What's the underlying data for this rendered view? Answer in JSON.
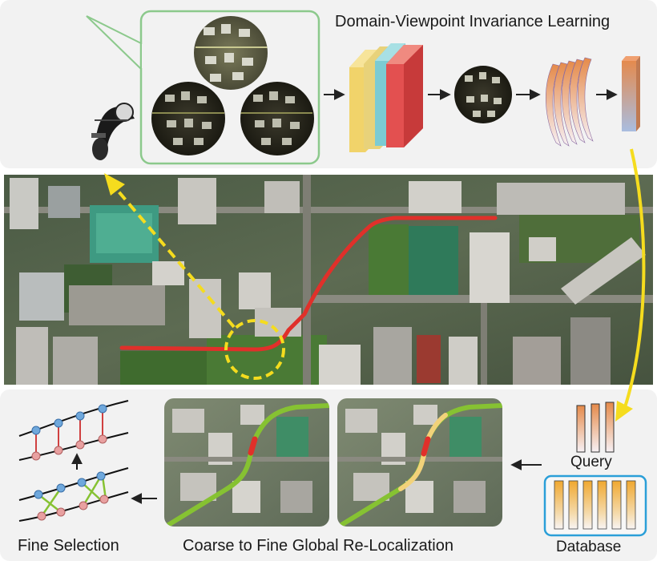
{
  "diagram": {
    "top_title": "Domain-Viewpoint Invariance Learning",
    "fine_selection": "Fine Selection",
    "coarse_to_fine": "Coarse to Fine Global Re-Localization",
    "query": "Query",
    "database": "Database"
  },
  "icons": [
    "drone-icon",
    "aerial-view-circle",
    "feature-map-stack",
    "descriptor-bar",
    "route-path",
    "location-marker"
  ],
  "colors": {
    "route_red": "#e0302a",
    "dashed_yellow": "#f5dc1e",
    "match_green": "#86c232",
    "box_green": "#8cc98c",
    "db_blue": "#2b9fd8",
    "node_blue": "#6fa8dc",
    "node_pink": "#e8a0a0"
  }
}
